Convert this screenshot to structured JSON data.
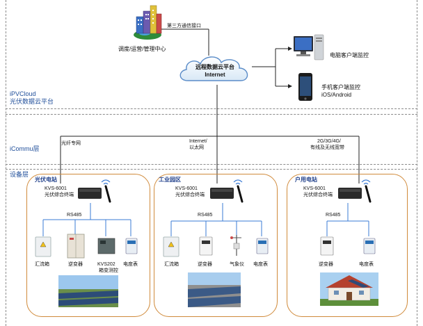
{
  "header": {
    "third_party": "第三方通信接口",
    "center": "调度/运营/管理中心"
  },
  "cloud": {
    "name": "远程数据云平台",
    "sub": "Internet"
  },
  "clients": {
    "pc": "电脑客户端监控",
    "mobile_line1": "手机客户端监控",
    "mobile_line2": "iOS/Android"
  },
  "layers": {
    "cloud_en": "iPVCloud",
    "cloud_cn": "光伏数据云平台",
    "icommu": "iCommu层",
    "device": "设备层"
  },
  "networks": {
    "fiber": "光纤专网",
    "internet_line1": "Internet/",
    "internet_line2": "以太网",
    "wireless_line1": "2G/3G/4G/",
    "wireless_line2": "有线及无线宽带"
  },
  "panels": [
    {
      "title": "光伏电站",
      "terminal_model": "KVS-6001",
      "terminal_desc": "光伏综合终端",
      "bus": "RS485",
      "devices": [
        "汇流箱",
        "逆变器",
        "KVS202",
        "箱变测控",
        "电度表"
      ]
    },
    {
      "title": "工业园区",
      "terminal_model": "KVS-6001",
      "terminal_desc": "光伏综合终端",
      "bus": "RS485",
      "devices": [
        "汇流箱",
        "逆变器",
        "气象仪",
        "电度表"
      ]
    },
    {
      "title": "户用电站",
      "terminal_model": "KVS-6001",
      "terminal_desc": "光伏综合终端",
      "bus": "RS485",
      "devices": [
        "逆变器",
        "电度表"
      ]
    }
  ],
  "colors": {
    "panel_border": "#d08a3a",
    "layer_label": "#1f4e9a",
    "separator": "#8a8a8a"
  }
}
